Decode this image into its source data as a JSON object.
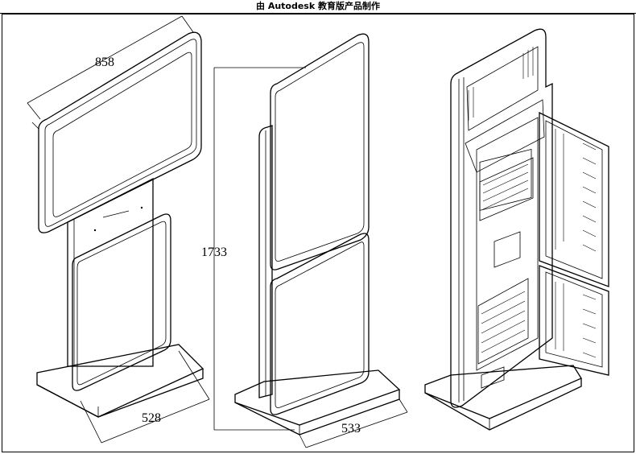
{
  "header": {
    "watermark": "由 Autodesk 教育版产品制作"
  },
  "dimensions": {
    "screen_width": "858",
    "base_width": "528",
    "total_height": "1733",
    "base_depth": "533"
  },
  "views": [
    "front-iso-view",
    "side-iso-view",
    "rear-open-view"
  ]
}
